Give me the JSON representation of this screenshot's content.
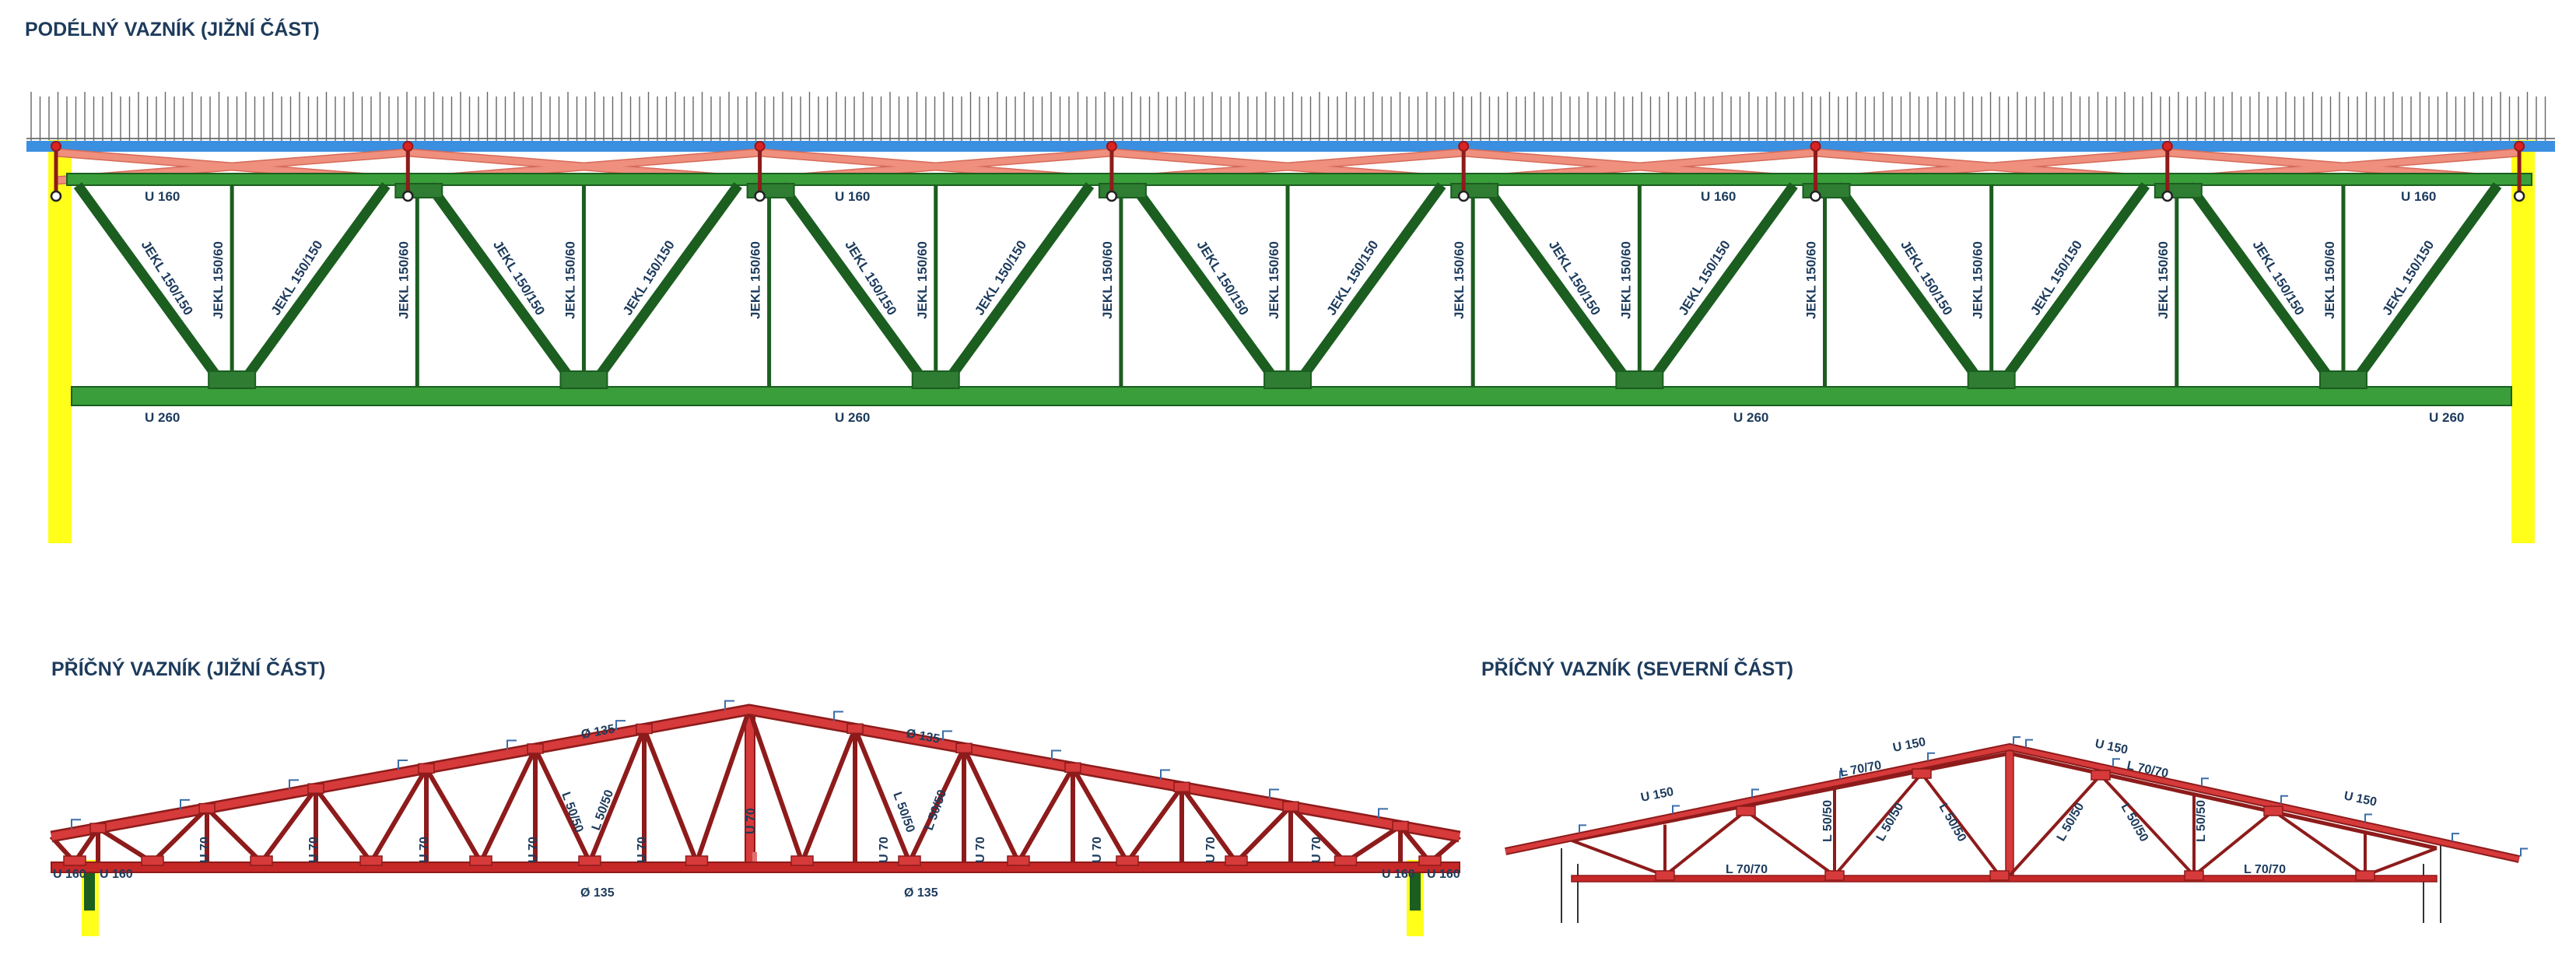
{
  "titles": {
    "longitudinal": "PODÉLNÝ VAZNÍK (JIŽNÍ ČÁST)",
    "transverse_south": "PŘÍČNÝ VAZNÍK (JIŽNÍ ČÁST)",
    "transverse_north": "PŘÍČNÝ VAZNÍK (SEVERNÍ ČÁST)"
  },
  "longitudinal": {
    "top_chord": "U 160",
    "bottom_chord": "U 260",
    "diagonal": "JEKL 150/150",
    "vertical": "JEKL 150/60"
  },
  "south": {
    "top_chord": "Ø 135",
    "bottom_chord": "Ø 135",
    "web_diag": "L 50/50",
    "web_vert": "U 70",
    "king_post": "U 70",
    "edge": "U 160"
  },
  "north": {
    "top": "U 150",
    "web_top": "L 70/70",
    "bottom": "L 70/70",
    "vert": "L 50/50",
    "diag": "L 50/50"
  },
  "colors": {
    "title": "#1d3b5c",
    "steel_green": "#2e7d32",
    "steel_green_dark": "#1b5e20",
    "steel_red": "#c62828",
    "steel_red_dark": "#8e1b1b",
    "bracing_pink": "#ef8f7d",
    "column_yellow": "#ffff1a",
    "beam_blue": "#3b8fe0"
  }
}
